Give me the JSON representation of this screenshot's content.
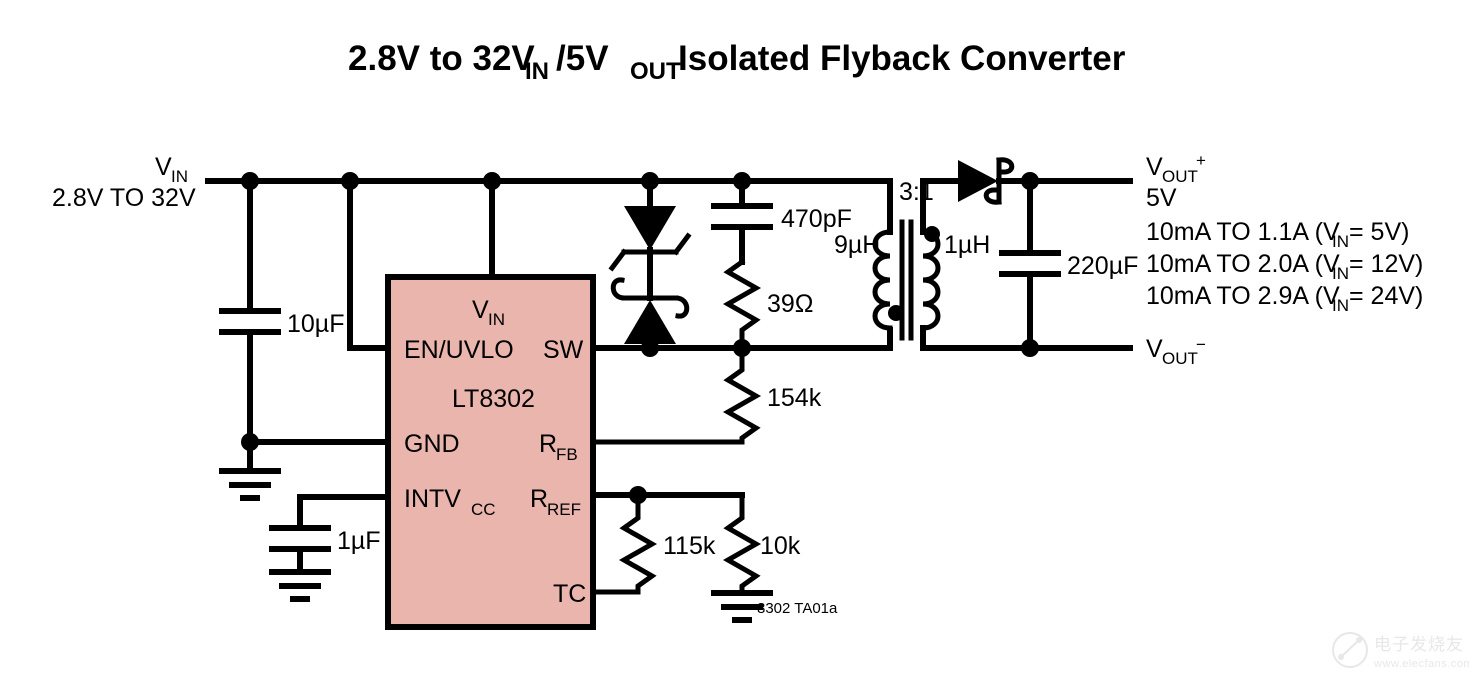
{
  "title": {
    "part1": "2.8V to 32V",
    "sub1": "IN",
    "part2": "/5V",
    "sub2": "OUT",
    "part3": " Isolated Flyback Converter"
  },
  "ic": {
    "name": "LT8302",
    "pin_vin": "V",
    "pin_vin_sub": "IN",
    "pin_en": "EN/UVLO",
    "pin_gnd": "GND",
    "pin_intvcc": "INTV",
    "pin_intvcc_sub": "CC",
    "pin_sw": "SW",
    "pin_rfb": "R",
    "pin_rfb_sub": "FB",
    "pin_rref": "R",
    "pin_rref_sub": "REF",
    "pin_tc": "TC",
    "fill_color": "#e9b5ad"
  },
  "input": {
    "rail_label": "V",
    "rail_label_sub": "IN",
    "range": "2.8V TO 32V",
    "cap_input": "10µF",
    "cap_intvcc": "1µF"
  },
  "snubber": {
    "cap": "470pF",
    "res": "39Ω",
    "zener_name": "bidirectional-tvs-diode"
  },
  "feedback": {
    "rfb_res": "154k",
    "rref_res": "115k",
    "tc_res": "10k"
  },
  "transformer": {
    "ratio": "3:1",
    "primary": "9µH",
    "secondary": "1µH"
  },
  "output": {
    "cap": "220µF",
    "plus_label": "V",
    "plus_sub": "OUT",
    "plus_sign": "+",
    "minus_label": "V",
    "minus_sub": "OUT",
    "minus_sign": "−",
    "voltage": "5V",
    "line1_a": "10mA TO 1.1A (V",
    "line1_sub": "IN",
    "line1_b": " = 5V)",
    "line2_a": "10mA TO 2.0A (V",
    "line2_sub": "IN",
    "line2_b": " = 12V)",
    "line3_a": "10mA TO 2.9A (V",
    "line3_sub": "IN",
    "line3_b": " = 24V)"
  },
  "caption": "8302 TA01a",
  "watermark": {
    "cn": "电子发烧友",
    "url": "www.elecfans.com"
  }
}
